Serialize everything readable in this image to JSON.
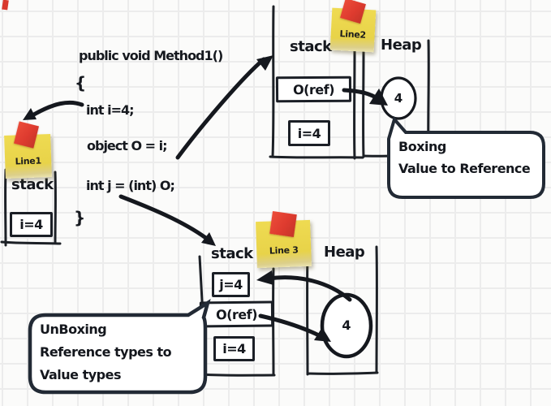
{
  "code": {
    "signature": "public void Method1()",
    "open_brace": "{",
    "line1": "int i=4;",
    "line2": "object O = i;",
    "line3": "int j = (int) O;",
    "close_brace": "}"
  },
  "stickies": {
    "line1": "Line1",
    "line2": "Line2",
    "line3": "Line 3"
  },
  "frames": {
    "line1": {
      "stack_label": "stack",
      "slot_i": "i=4"
    },
    "line2": {
      "stack_label": "stack",
      "heap_label": "Heap",
      "slot_oref": "O(ref)",
      "slot_i": "i=4",
      "heap_value": "4"
    },
    "line3": {
      "stack_label": "stack",
      "heap_label": "Heap",
      "slot_j": "j=4",
      "slot_oref": "O(ref)",
      "slot_i": "i=4",
      "heap_value": "4"
    }
  },
  "callouts": {
    "boxing": {
      "line1": "Boxing",
      "line2": "Value to Reference"
    },
    "unboxing": {
      "line1": "UnBoxing",
      "line2": "Reference types to",
      "line3": "Value types"
    }
  },
  "colors": {
    "ink": "#191d24",
    "sticky_yellow": "#e9d44b",
    "tape_red": "#dd3a2f",
    "bubble_border": "#222a35",
    "paper": "#fbfbfa",
    "grid": "#ececec"
  }
}
